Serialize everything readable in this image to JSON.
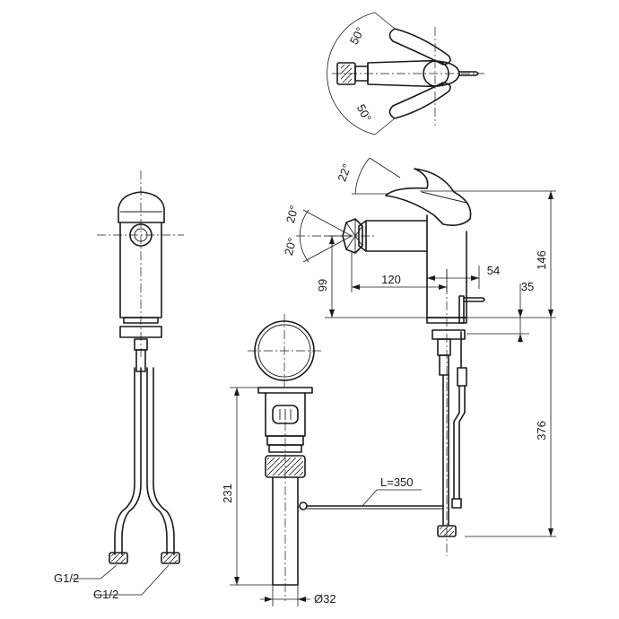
{
  "dimensions": {
    "top_angle_upper": "50°",
    "top_angle_lower": "50°",
    "lever_tilt": "22°",
    "nozzle_tilt_up": "20°",
    "nozzle_tilt_down": "20°",
    "spout_reach": "120",
    "spout_offset": "54",
    "nozzle_height": "99",
    "faucet_height": "146",
    "rod_offset": "35",
    "inlet_length": "376",
    "drain_height": "231",
    "drain_diameter": "Ø32",
    "rod_length": "L=350"
  },
  "connections": {
    "inlet_front": "G1/2",
    "inlet_rear": "G1/2"
  }
}
